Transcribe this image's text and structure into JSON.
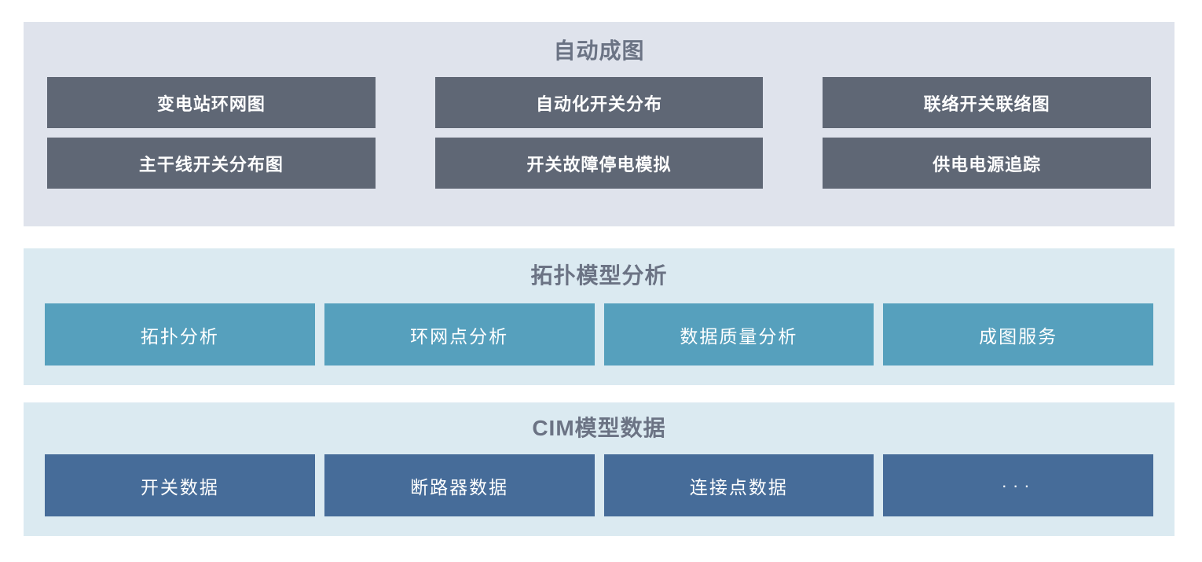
{
  "panels": [
    {
      "id": "auto-mapping",
      "title": "自动成图",
      "title_color": "#6b7384",
      "background": "#dfe3ec",
      "tile_color": "#5f6775",
      "rows": [
        {
          "tiles": [
            {
              "label": "变电站环网图"
            },
            {
              "label": "自动化开关分布"
            },
            {
              "label": "联络开关联络图"
            }
          ]
        },
        {
          "tiles": [
            {
              "label": "主干线开关分布图"
            },
            {
              "label": "开关故障停电模拟"
            },
            {
              "label": "供电电源追踪"
            }
          ]
        }
      ]
    },
    {
      "id": "topology",
      "title": "拓扑模型分析",
      "title_color": "#6b7384",
      "background": "#dbeaf1",
      "tile_color": "#56a0bd",
      "rows": [
        {
          "tiles": [
            {
              "label": "拓扑分析"
            },
            {
              "label": "环网点分析"
            },
            {
              "label": "数据质量分析"
            },
            {
              "label": "成图服务"
            }
          ]
        }
      ]
    },
    {
      "id": "cim",
      "title": "CIM模型数据",
      "title_color": "#6b7384",
      "background": "#dbeaf1",
      "tile_color": "#466c99",
      "rows": [
        {
          "tiles": [
            {
              "label": "开关数据"
            },
            {
              "label": "断路器数据"
            },
            {
              "label": "连接点数据"
            },
            {
              "label": "···"
            }
          ]
        }
      ]
    }
  ]
}
